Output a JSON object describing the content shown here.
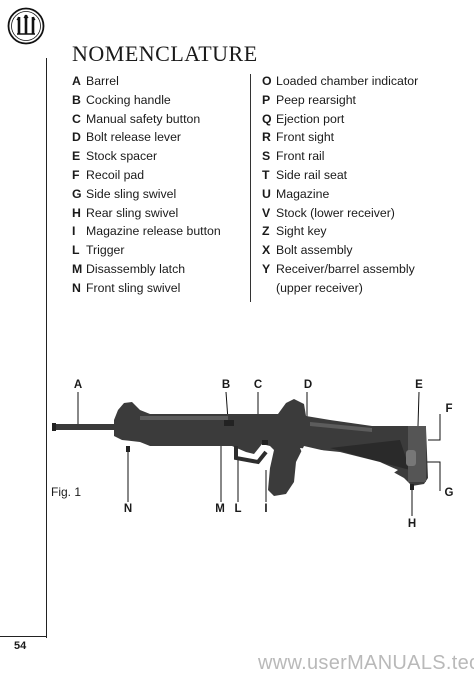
{
  "title": "NOMENCLATURE",
  "left_items": [
    {
      "letter": "A",
      "text": "Barrel"
    },
    {
      "letter": "B",
      "text": "Cocking handle"
    },
    {
      "letter": "C",
      "text": "Manual safety button"
    },
    {
      "letter": "D",
      "text": "Bolt release lever"
    },
    {
      "letter": "E",
      "text": "Stock spacer"
    },
    {
      "letter": "F",
      "text": "Recoil pad"
    },
    {
      "letter": "G",
      "text": "Side sling swivel"
    },
    {
      "letter": "H",
      "text": "Rear sling swivel"
    },
    {
      "letter": "I",
      "text": "Magazine release button"
    },
    {
      "letter": "L",
      "text": "Trigger"
    },
    {
      "letter": "M",
      "text": "Disassembly latch"
    },
    {
      "letter": "N",
      "text": "Front sling swivel"
    }
  ],
  "right_items": [
    {
      "letter": "O",
      "text": "Loaded chamber indicator"
    },
    {
      "letter": "P",
      "text": "Peep rearsight"
    },
    {
      "letter": "Q",
      "text": "Ejection port"
    },
    {
      "letter": "R",
      "text": "Front sight"
    },
    {
      "letter": "S",
      "text": "Front rail"
    },
    {
      "letter": "T",
      "text": "Side rail seat"
    },
    {
      "letter": "U",
      "text": "Magazine"
    },
    {
      "letter": "V",
      "text": "Stock (lower receiver)"
    },
    {
      "letter": "Z",
      "text": "Sight key"
    },
    {
      "letter": "X",
      "text": "Bolt assembly"
    },
    {
      "letter": "Y",
      "text": "Receiver/barrel assembly",
      "text2": "(upper receiver)"
    }
  ],
  "figure": {
    "label": "Fig. 1",
    "callouts": {
      "A": "A",
      "B": "B",
      "C": "C",
      "D": "D",
      "E": "E",
      "F": "F",
      "G": "G",
      "H": "H",
      "I": "I",
      "L": "L",
      "M": "M",
      "N": "N"
    }
  },
  "page_number": "54",
  "watermark": "www.userMANUALS.tech"
}
